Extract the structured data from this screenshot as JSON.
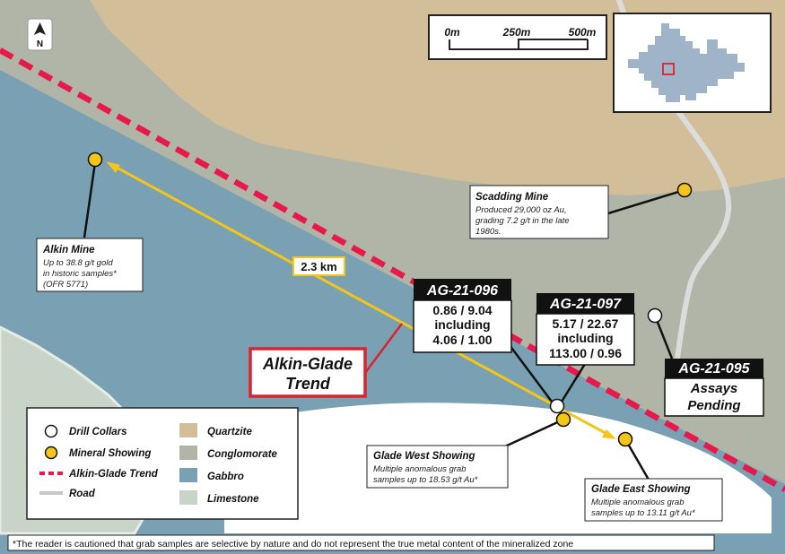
{
  "north_arrow": {
    "label": "N"
  },
  "scale_bar": {
    "labels": [
      "0m",
      "250m",
      "500m"
    ]
  },
  "trend": {
    "distance_label": "2.3 km",
    "label_line1": "Alkin-Glade",
    "label_line2": "Trend"
  },
  "drill_holes": [
    {
      "id": "AG-21-096",
      "lines": [
        "0.86 / 9.04",
        "including",
        "4.06 / 1.00"
      ]
    },
    {
      "id": "AG-21-097",
      "lines": [
        "5.17 / 22.67",
        "including",
        "113.00 / 0.96"
      ]
    },
    {
      "id": "AG-21-095",
      "lines": [
        "Assays",
        "Pending"
      ]
    }
  ],
  "showings": [
    {
      "name": "Alkin Mine",
      "lines": [
        "Up to 38.8 g/t gold",
        "in historic samples*",
        "(OFR 5771)"
      ]
    },
    {
      "name": "Scadding Mine",
      "lines": [
        "Produced 29,000 oz Au,",
        "grading 7.2 g/t in the late",
        "1980s."
      ]
    },
    {
      "name": "Glade West Showing",
      "lines": [
        "Multiple anomalous grab",
        "samples up to 18.53 g/t Au*"
      ]
    },
    {
      "name": "Glade East Showing",
      "lines": [
        "Multiple anomalous grab",
        "samples up to 13.11 g/t Au*"
      ]
    }
  ],
  "legend": [
    {
      "label": "Drill Collars",
      "symbol": "white-circle"
    },
    {
      "label": "Mineral Showing",
      "symbol": "yellow-circle"
    },
    {
      "label": "Alkin-Glade Trend",
      "symbol": "red-dash"
    },
    {
      "label": "Road",
      "symbol": "grey-line"
    },
    {
      "label": "Quartzite",
      "symbol": "swatch",
      "color": "#d2bf9a"
    },
    {
      "label": "Conglomorate",
      "symbol": "swatch",
      "color": "#b0b5a7"
    },
    {
      "label": "Gabbro",
      "symbol": "swatch",
      "color": "#7aa0b3"
    },
    {
      "label": "Limestone",
      "symbol": "swatch",
      "color": "#c9d4c9"
    }
  ],
  "footnote": "*The reader is cautioned that grab samples are selective by nature and do not represent the true metal content of the mineralized zone",
  "colors": {
    "quartzite": "#d2bf9a",
    "conglomerate": "#b0b5a7",
    "gabbro": "#7aa0b3",
    "limestone": "#c9d4c9",
    "trend_red": "#e8184a",
    "showing_yellow": "#f5c518",
    "trend_box_red": "#d9232f"
  }
}
